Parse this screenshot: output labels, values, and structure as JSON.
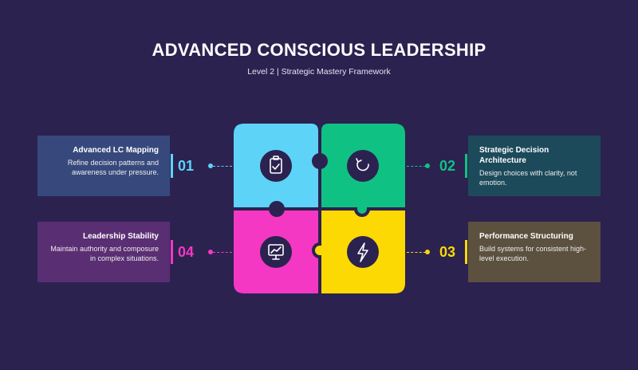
{
  "header": {
    "title": "ADVANCED CONSCIOUS LEADERSHIP",
    "subtitle": "Level 2 | Strategic Mastery Framework"
  },
  "steps": [
    {
      "number": "01",
      "title": "Advanced LC Mapping",
      "description": "Refine decision patterns and awareness under pressure.",
      "color": "#5dd3f7",
      "icon": "clipboard-check-icon"
    },
    {
      "number": "02",
      "title": "Strategic Decision Architecture",
      "description": "Design choices with clarity, not emotion.",
      "color": "#10c184",
      "icon": "refresh-cycle-icon"
    },
    {
      "number": "03",
      "title": "Performance Structuring",
      "description": "Build systems for consistent high-level execution.",
      "color": "#fcd903",
      "icon": "lightning-bolt-icon"
    },
    {
      "number": "04",
      "title": "Leadership Stability",
      "description": "Maintain authority and composure in complex situations.",
      "color": "#f538c3",
      "icon": "presentation-chart-icon"
    }
  ]
}
